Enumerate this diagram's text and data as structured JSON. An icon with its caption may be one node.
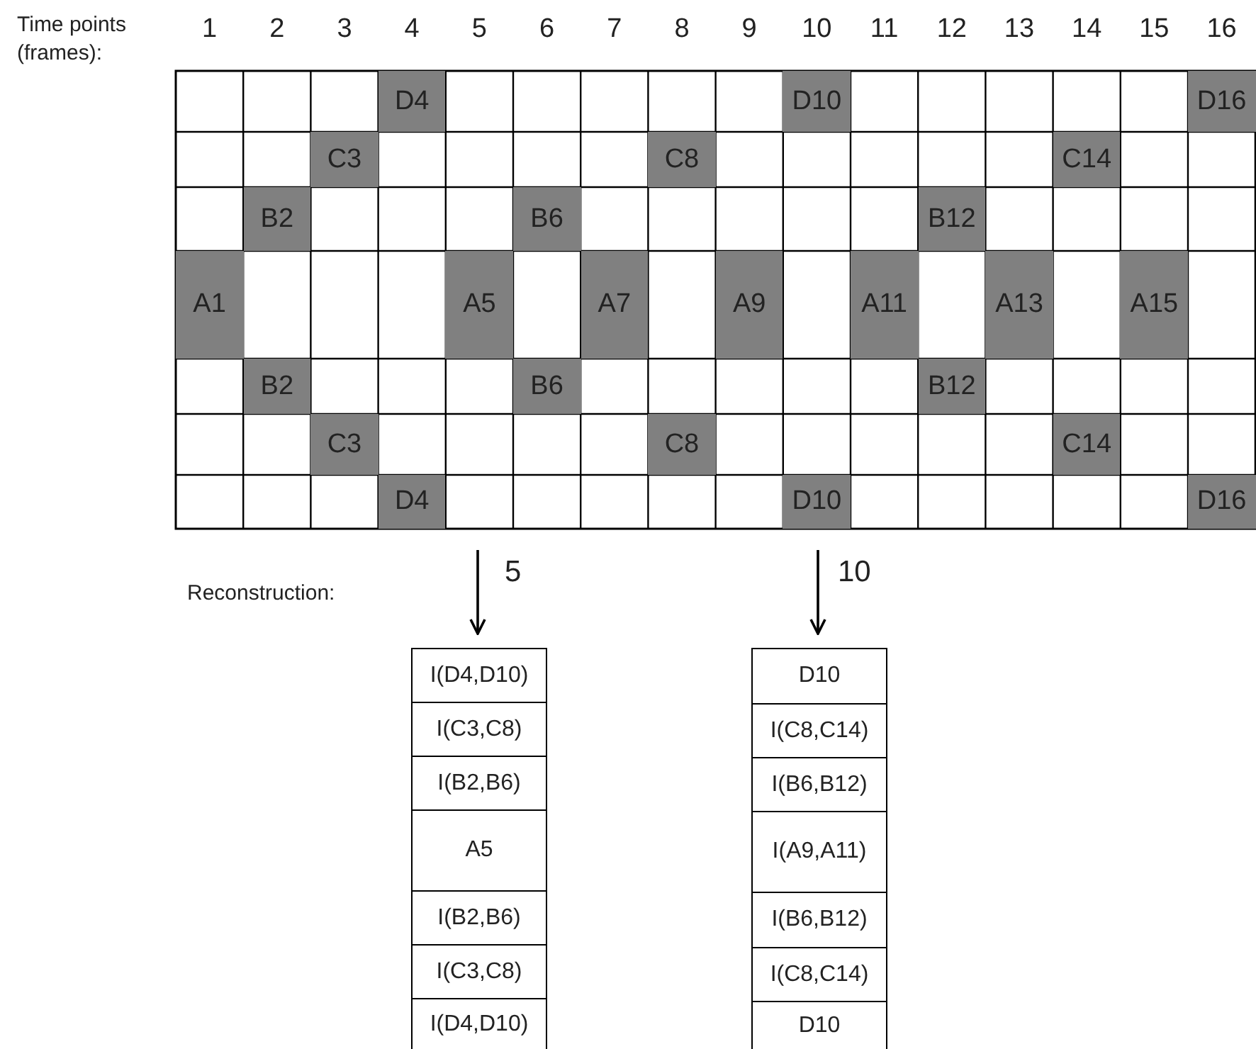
{
  "diagram": {
    "nodes": [
      {
        "text": [
          "D4"
        ]
      },
      {
        "text": [
          "D10"
        ]
      },
      {
        "text": [
          "D16"
        ]
      },
      {
        "text": [
          "C3"
        ]
      },
      {
        "text": [
          "C8"
        ]
      },
      {
        "text": [
          "C14"
        ]
      },
      {
        "text": [
          "B2"
        ]
      },
      {
        "text": [
          "B6"
        ]
      },
      {
        "text": [
          "B12"
        ]
      },
      {
        "text": [
          "A1"
        ]
      },
      {
        "text": [
          "A5"
        ]
      },
      {
        "text": [
          "A7"
        ]
      },
      {
        "text": [
          "A9"
        ]
      },
      {
        "text": [
          "A11"
        ]
      },
      {
        "text": [
          "A13"
        ]
      },
      {
        "text": [
          "A15"
        ]
      },
      {
        "text": [
          "B2"
        ]
      },
      {
        "text": [
          "B6"
        ]
      },
      {
        "text": [
          "B12"
        ]
      },
      {
        "text": [
          "C3"
        ]
      },
      {
        "text": [
          "C8"
        ]
      },
      {
        "text": [
          "C14"
        ]
      },
      {
        "text": [
          "D4"
        ]
      },
      {
        "text": [
          "D10"
        ]
      },
      {
        "text": [
          "D16"
        ]
      },
      {
        "text": [
          "I(D4,D10)"
        ]
      },
      {
        "text": [
          "I(C3,C8)"
        ]
      },
      {
        "text": [
          "I(B2,B6)"
        ]
      },
      {
        "text": [
          "A5"
        ]
      },
      {
        "text": [
          "I(B2,B6)"
        ]
      },
      {
        "text": [
          "I(C3,C8)"
        ]
      },
      {
        "text": [
          "I(D4,D10)"
        ]
      },
      {
        "text": [
          "D10"
        ]
      },
      {
        "text": [
          "I(C8,C14)"
        ]
      },
      {
        "text": [
          "I(B6,B12)"
        ]
      },
      {
        "text": [
          "I(A9,A11)"
        ]
      },
      {
        "text": [
          "I(B6,B12)"
        ]
      },
      {
        "text": [
          "I(C8,C14)"
        ]
      },
      {
        "text": [
          "D10"
        ]
      }
    ],
    "edges": [
      {
        "from": null,
        "to": 25,
        "arrow": "to",
        "label": "5"
      },
      {
        "from": null,
        "to": 32,
        "arrow": "to",
        "label": "10"
      }
    ],
    "labels": [
      "Time points (frames):",
      "1",
      "2",
      "3",
      "4",
      "5",
      "6",
      "7",
      "8",
      "9",
      "10",
      "11",
      "12",
      "13",
      "14",
      "15",
      "16",
      "Reconstruction:"
    ]
  }
}
